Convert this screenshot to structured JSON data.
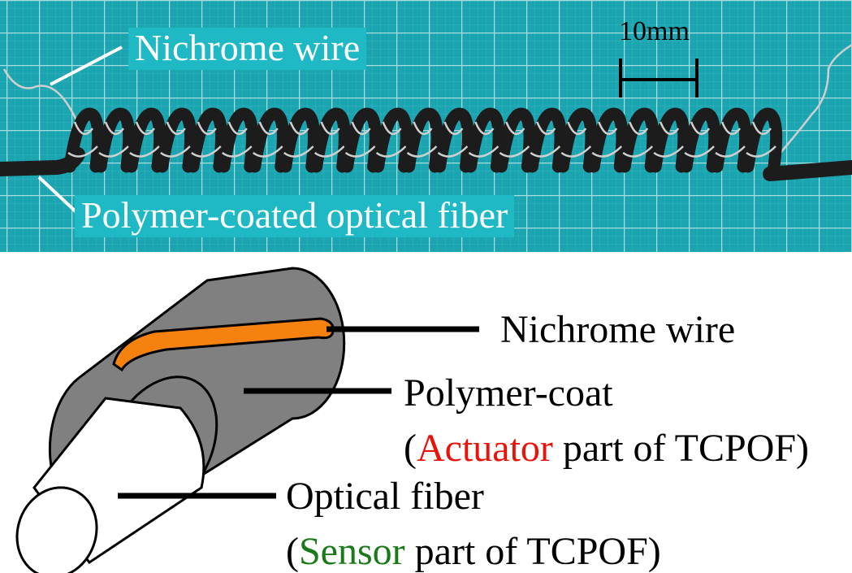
{
  "photo": {
    "label_wire": "Nichrome wire",
    "label_fiber": "Polymer-coated optical fiber",
    "scale_label": "10mm",
    "colors": {
      "mat": "#1aa5b0",
      "grid": "#a9dde2",
      "label_bg": "#1fb9c6",
      "coil": "#1c1c1c",
      "wire": "#cfcfcf"
    }
  },
  "diagram": {
    "wire_label": "Nichrome wire",
    "coat_label": "Polymer-coat",
    "coat_note_open": "(",
    "coat_note_highlight": "Actuator",
    "coat_note_rest": " part of TCPOF)",
    "fiber_label": "Optical fiber",
    "fiber_note_open": "(",
    "fiber_note_highlight": "Sensor",
    "fiber_note_rest": " part of TCPOF)",
    "colors": {
      "coat": "#808080",
      "wire": "#f5820f",
      "fiber": "#ffffff",
      "actuator": "#e8130b",
      "sensor": "#1a7a1a"
    }
  }
}
